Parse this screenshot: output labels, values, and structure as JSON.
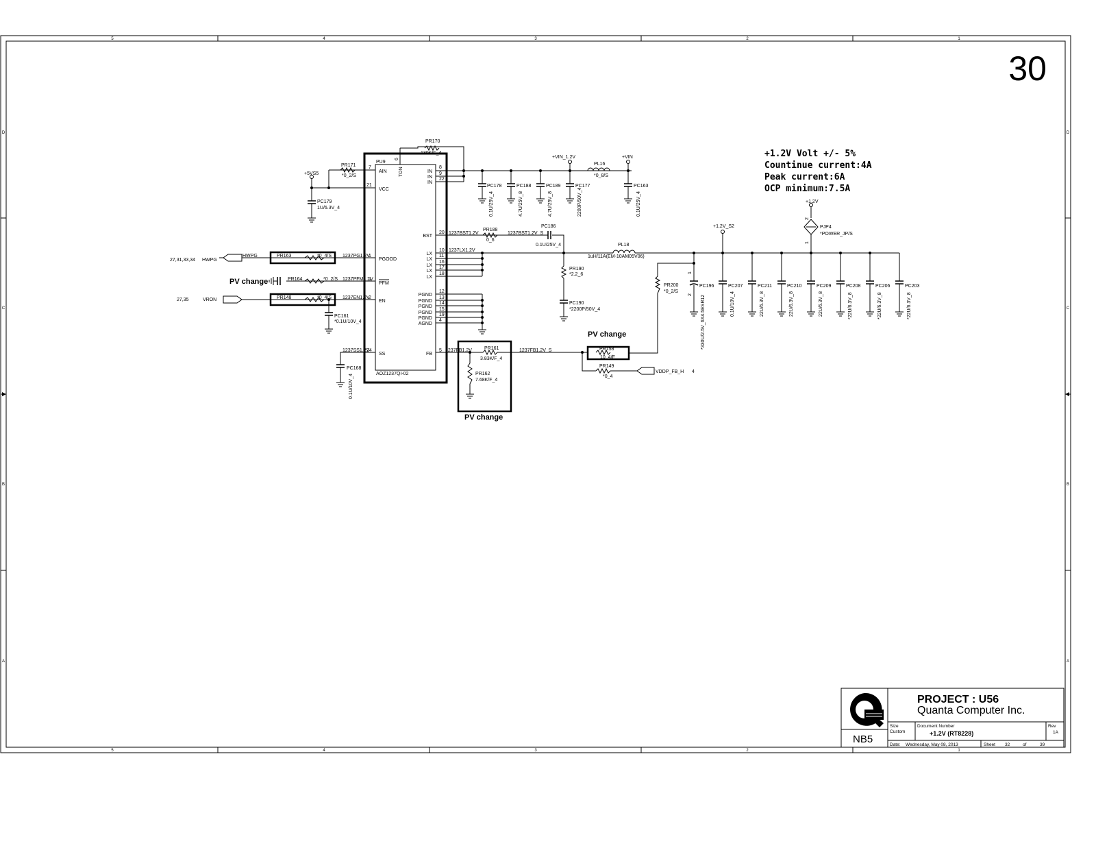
{
  "page_number": "30",
  "border": {
    "cols_top": [
      "5",
      "4",
      "3",
      "2",
      "1"
    ],
    "cols_bottom": [
      "5",
      "4",
      "3",
      "2",
      "1"
    ],
    "rows_left": [
      "D",
      "C",
      "B",
      "A"
    ],
    "rows_right": [
      "D",
      "C",
      "B",
      "A"
    ]
  },
  "notes": {
    "line1": "+1.2V Volt +/- 5%",
    "line2": "Countinue current:4A",
    "line3": "Peak current:6A",
    "line4": "OCP minimum:7.5A"
  },
  "pv_change": {
    "left": "PV change",
    "fb_top": "PV change",
    "fb_bottom": "PV change"
  },
  "ic": {
    "ref": "PU9",
    "part": "AOZ1237QI-02",
    "pins_left": [
      {
        "num": "7",
        "name": "AIN"
      },
      {
        "num": "21",
        "name": "VCC"
      },
      {
        "num": "1",
        "name": "PGOOD"
      },
      {
        "num": "3",
        "name": "PFM"
      },
      {
        "num": "2",
        "name": "EN"
      },
      {
        "num": "24",
        "name": "SS"
      }
    ],
    "pin_top": {
      "num": "6",
      "name": "TON"
    },
    "pins_right": [
      {
        "num": "8",
        "name": "IN"
      },
      {
        "num": "9",
        "name": "IN"
      },
      {
        "num": "22",
        "name": "IN"
      },
      {
        "num": "20",
        "name": "BST"
      },
      {
        "num": "10",
        "name": "LX"
      },
      {
        "num": "11",
        "name": "LX"
      },
      {
        "num": "16",
        "name": "LX"
      },
      {
        "num": "17",
        "name": "LX"
      },
      {
        "num": "18",
        "name": "LX"
      },
      {
        "num": "12",
        "name": "PGND"
      },
      {
        "num": "13",
        "name": "PGND"
      },
      {
        "num": "14",
        "name": "PGND"
      },
      {
        "num": "15",
        "name": "PGND"
      },
      {
        "num": "19",
        "name": "PGND"
      },
      {
        "num": "4",
        "name": "AGND"
      },
      {
        "num": "5",
        "name": "FB"
      }
    ]
  },
  "nets": {
    "vs5": "+5VS5",
    "vin_12": "+VIN_1.2V",
    "vin": "+VIN",
    "v12": "+1.2V",
    "v12_s2": "+1.2V_S2",
    "hwpg": "HWPG",
    "hwpg_port": "HWPG",
    "hwpg_refs": "27,31,33,34",
    "vron": "VRON",
    "vron_refs": "27,35",
    "pg": "1237PG1.2V",
    "pfm": "1237PFM1.2V",
    "en": "1237EN1.2V",
    "ss": "1237SS1.2V",
    "fb": "1237FB1.2V",
    "fb_s": "1237FB1.2V_S",
    "bst": "1237BST1.2V",
    "bst_s": "1237BST1.2V_S",
    "lx": "1237LX1.2V",
    "vddp": "VDDP_FB_H",
    "vddp_ref": "4"
  },
  "parts": {
    "pr170": {
      "ref": "PR170",
      "val": "130K/F_4"
    },
    "pr171": {
      "ref": "PR171",
      "val": "*0_2/S"
    },
    "pc179": {
      "ref": "PC179",
      "val": "1U/6.3V_4"
    },
    "pr163": {
      "ref": "PR163",
      "val": "*0_4/S"
    },
    "pr164": {
      "ref": "PR164",
      "val": "*0_2/S"
    },
    "pr148": {
      "ref": "PR148",
      "val": "*0_4/S"
    },
    "pc161": {
      "ref": "PC161",
      "val": "*0.1U/10V_4"
    },
    "pc168": {
      "ref": "PC168",
      "val": "0.1U/10V_4"
    },
    "pc178": {
      "ref": "PC178",
      "val": "0.1U/25V_4"
    },
    "pc188": {
      "ref": "PC188",
      "val": "4.7U/25V_8"
    },
    "pc189": {
      "ref": "PC189",
      "val": "4.7U/25V_8"
    },
    "pc177": {
      "ref": "PC177",
      "val": "2200P/50V_4"
    },
    "pl16": {
      "ref": "PL16",
      "val": "*0_8/S"
    },
    "pc163": {
      "ref": "PC163",
      "val": "0.1U/25V_4"
    },
    "pr188": {
      "ref": "PR188",
      "val": "0_6"
    },
    "pc186": {
      "ref": "PC186",
      "val": "0.1U/25V_4"
    },
    "pl18": {
      "ref": "PL18",
      "val": "1uH/11A(EM-10AM05V06)"
    },
    "pr190": {
      "ref": "PR190",
      "val": "*2.2_6"
    },
    "pc190": {
      "ref": "PC190",
      "val": "*2200P/50V_4"
    },
    "pr200": {
      "ref": "PR200",
      "val": "*0_2/S"
    },
    "pc196": {
      "ref": "PC196",
      "val": "*330U/2.5V_6X4.5ESR12"
    },
    "pc207": {
      "ref": "PC207",
      "val": "0.1U/10V_4"
    },
    "pc211": {
      "ref": "PC211",
      "val": "22U/6.3V_8"
    },
    "pc210": {
      "ref": "PC210",
      "val": "22U/6.3V_8"
    },
    "pc209": {
      "ref": "PC209",
      "val": "22U/6.3V_8"
    },
    "pc208": {
      "ref": "PC208",
      "val": "*22U/6.3V_8"
    },
    "pc206": {
      "ref": "PC206",
      "val": "*22U/6.3V_8"
    },
    "pc203": {
      "ref": "PC203",
      "val": "*22U/6.3V_8"
    },
    "pjp4": {
      "ref": "PJP4",
      "val": "*POWER_JP/S"
    },
    "pr161": {
      "ref": "PR161",
      "val": "3.83K/F_4"
    },
    "pr162": {
      "ref": "PR162",
      "val": "7.68K/F_4"
    },
    "pr158": {
      "ref": "PR158",
      "val": "10_4/F"
    },
    "pr149": {
      "ref": "PR149",
      "val": "*0_4"
    }
  },
  "title_block": {
    "logo_text": "NB5",
    "project": "PROJECT : U56",
    "company": "Quanta Computer Inc.",
    "size_label": "Size",
    "size_value": "Custom",
    "docnum_label": "Document Number",
    "docnum_value": "+1.2V (RT8228)",
    "rev_label": "Rev",
    "rev_value": "1A",
    "date_label": "Date:",
    "date_value": "Wednesday, May 08, 2013",
    "sheet_label": "Sheet",
    "sheet_value": "32",
    "of_label": "of",
    "of_value": "39"
  }
}
